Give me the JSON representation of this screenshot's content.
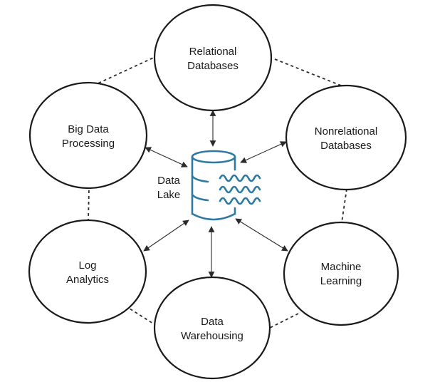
{
  "hub": {
    "label_line1": "Data",
    "label_line2": "Lake",
    "icon": "database-waves-icon",
    "icon_color": "#2f7aa3"
  },
  "nodes": [
    {
      "id": "relational-databases",
      "line1": "Relational",
      "line2": "Databases"
    },
    {
      "id": "nonrelational-databases",
      "line1": "Nonrelational",
      "line2": "Databases"
    },
    {
      "id": "machine-learning",
      "line1": "Machine",
      "line2": "Learning"
    },
    {
      "id": "data-warehousing",
      "line1": "Data",
      "line2": "Warehousing"
    },
    {
      "id": "log-analytics",
      "line1": "Log",
      "line2": "Analytics"
    },
    {
      "id": "big-data-processing",
      "line1": "Big Data",
      "line2": "Processing"
    }
  ],
  "colors": {
    "outline": "#1a1a1a",
    "accent": "#2f7aa3",
    "background": "#ffffff"
  }
}
